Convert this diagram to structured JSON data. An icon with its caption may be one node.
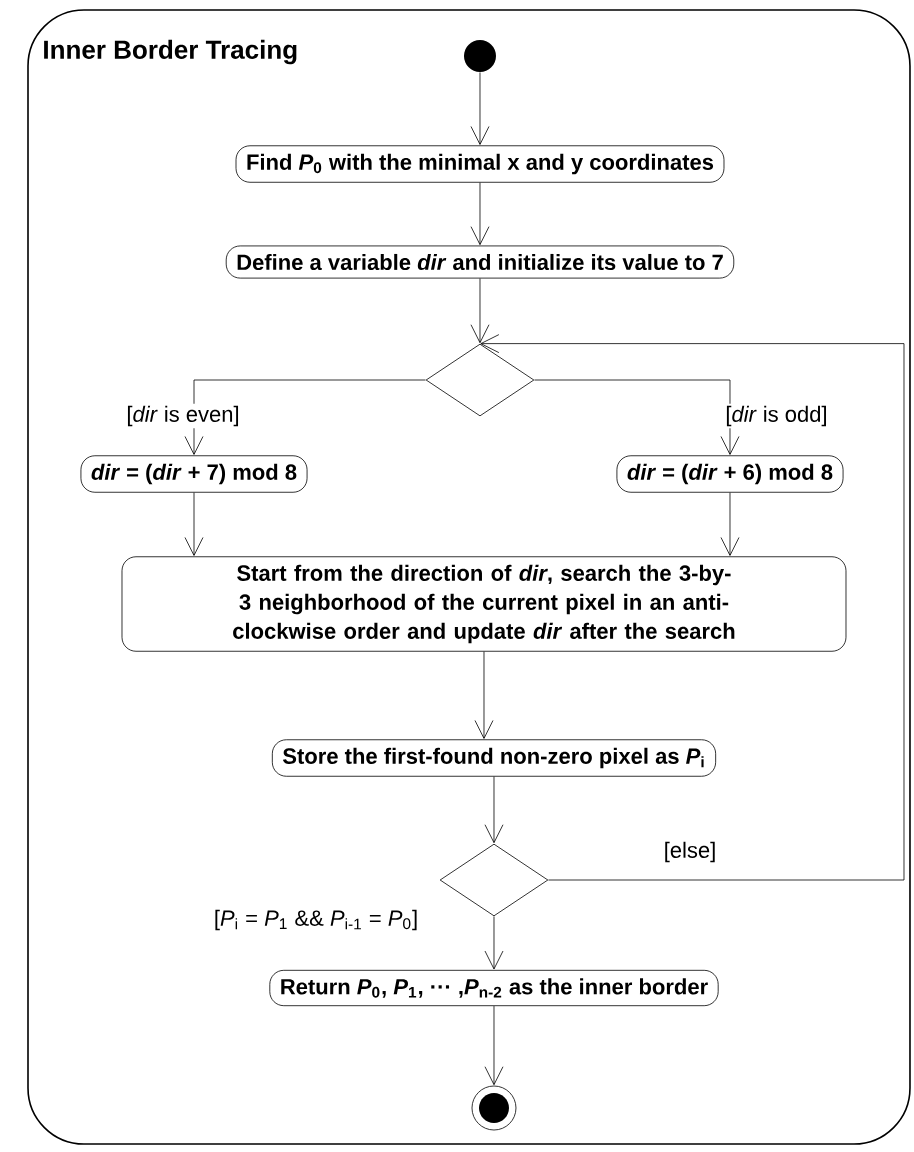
{
  "diagram": {
    "nodes": [
      {
        "text": [
          "Inner Border Tracing"
        ]
      },
      {
        "text": [],
        "shape": "circle",
        "in": 0
      },
      {
        "text": [
          "Find *P*$_{0}$ with the minimal x and y coordinates"
        ],
        "in": 0
      },
      {
        "text": [
          "Define a variable *dir* and initialize its value to 7"
        ],
        "in": 0
      },
      {
        "text": [],
        "shape": "diamond",
        "in": 0
      },
      {
        "text": [
          "*dir* = (*dir* + 7) mod 8"
        ],
        "in": 0
      },
      {
        "text": [
          "*dir* = (*dir* + 6) mod 8"
        ],
        "in": 0
      },
      {
        "text": [
          "Start from the direction of *dir*, search the 3-by-3 neighborhood of the current pixel in an anti-clockwise order and update *dir* after the search"
        ],
        "in": 0
      },
      {
        "text": [
          "Store the first-found non-zero pixel as *P*$_{i}$"
        ],
        "in": 0
      },
      {
        "text": [],
        "shape": "diamond",
        "in": 0
      },
      {
        "text": [
          "Return *P*$_{0}$, *P*$_{1}$, ··· ,*P*$_{n-2}$ as the inner border"
        ],
        "in": 0
      },
      {
        "text": [],
        "shape": "circle",
        "in": 0
      }
    ],
    "edges": [
      {
        "from": 1,
        "to": 2,
        "arrow": "to"
      },
      {
        "from": 2,
        "to": 3,
        "arrow": "to"
      },
      {
        "from": 3,
        "to": 4,
        "arrow": "to"
      },
      {
        "from": 4,
        "to": 5,
        "arrow": "to",
        "label": "[*dir* is even]"
      },
      {
        "from": 4,
        "to": 6,
        "arrow": "to",
        "label": "[*dir* is odd]"
      },
      {
        "from": 5,
        "to": 7,
        "arrow": "to"
      },
      {
        "from": 6,
        "to": 7,
        "arrow": "to"
      },
      {
        "from": 7,
        "to": 8,
        "arrow": "to"
      },
      {
        "from": 8,
        "to": 9,
        "arrow": "to"
      },
      {
        "from": 9,
        "to": 4,
        "arrow": "to",
        "label": "[else]"
      },
      {
        "from": 9,
        "to": 10,
        "arrow": "to",
        "label": "[*P*$_{i}$ = *P*$_{1}$ && *P*$_{i-1}$ = *P*$_{0}$]"
      },
      {
        "from": 10,
        "to": 11,
        "arrow": "to"
      }
    ]
  }
}
